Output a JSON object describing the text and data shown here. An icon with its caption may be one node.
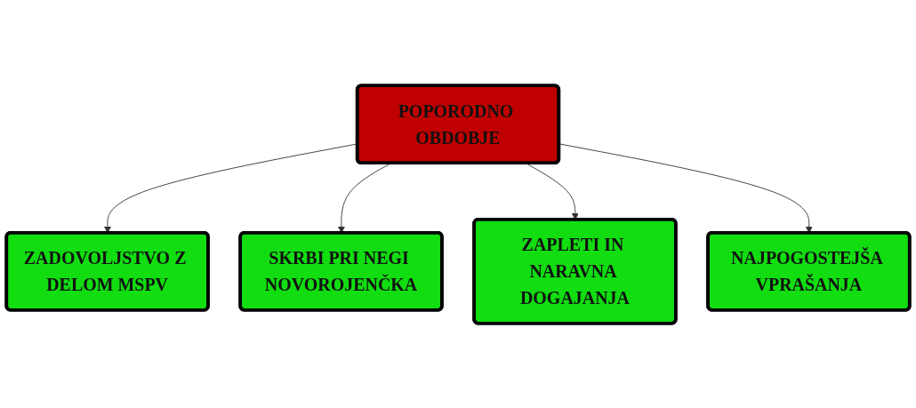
{
  "diagram": {
    "nodes": [
      {
        "text": [
          "POPORODNO OBDOBJE"
        ]
      },
      {
        "text": [
          "ZADOVOLJSTVO Z DELOM MSPV"
        ]
      },
      {
        "text": [
          "SKRBI PRI NEGI NOVOROJENČKA"
        ]
      },
      {
        "text": [
          "NAJPOGOSTEJŠA VPRAŠANJA"
        ]
      },
      {
        "text": [
          "ZAPLETI IN NARAVNA DOGAJANJA"
        ]
      }
    ],
    "edges": [
      {
        "from": 0,
        "to": 1,
        "arrow": "to"
      },
      {
        "from": 0,
        "to": 2,
        "arrow": "to"
      },
      {
        "from": 0,
        "to": 4,
        "arrow": "to"
      },
      {
        "from": 0,
        "to": 3,
        "arrow": "to"
      }
    ]
  }
}
